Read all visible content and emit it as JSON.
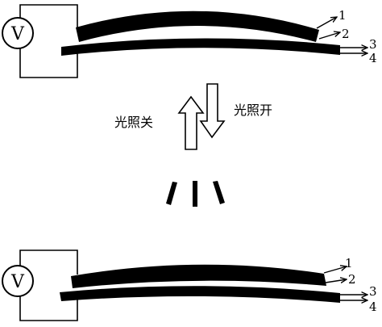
{
  "top_panel": {
    "voltmeter_symbol": "V",
    "callouts": [
      "1",
      "2",
      "3",
      "4"
    ]
  },
  "bottom_panel": {
    "voltmeter_symbol": "V",
    "callouts": [
      "1",
      "2",
      "3",
      "4"
    ]
  },
  "middle": {
    "light_off_label": "光照关",
    "light_on_label": "光照开"
  }
}
